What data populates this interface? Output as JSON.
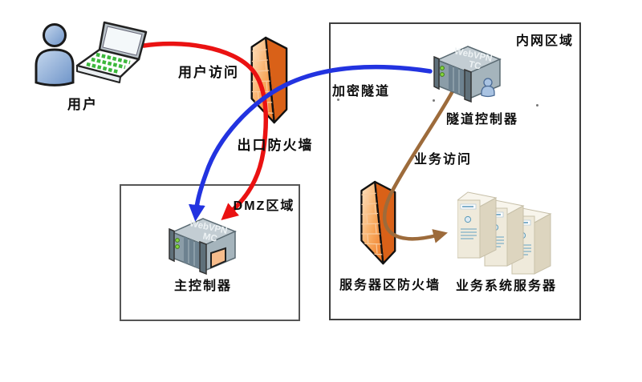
{
  "zones": {
    "intranet": {
      "label": "内网区域"
    },
    "dmz": {
      "label": "DMZ区域"
    }
  },
  "nodes": {
    "user": {
      "label": "用户"
    },
    "exit_firewall": {
      "label": "出口防火墙"
    },
    "tunnel_controller": {
      "label": "隧道控制器",
      "device_line1": "WebVPN",
      "device_line2": "TC"
    },
    "main_controller": {
      "label": "主控制器",
      "device_line1": "WebVPN",
      "device_line2": "MC"
    },
    "server_zone_firewall": {
      "label": "服务器区防火墙"
    },
    "business_servers": {
      "label": "业务系统服务器"
    }
  },
  "flows": {
    "user_access": {
      "label": "用户访问",
      "color": "#ea1212"
    },
    "encrypted_tunnel": {
      "label": "加密隧道",
      "color": "#2233e0"
    },
    "business_access": {
      "label": "业务访问",
      "color": "#9d6b3b"
    }
  },
  "colors": {
    "zone_border": "#3f3f3f",
    "firewall_orange": "#ef7a26",
    "server_gray": "#8b9da8",
    "tower_cream": "#efeadb",
    "person_blue": "#8fafd8"
  }
}
